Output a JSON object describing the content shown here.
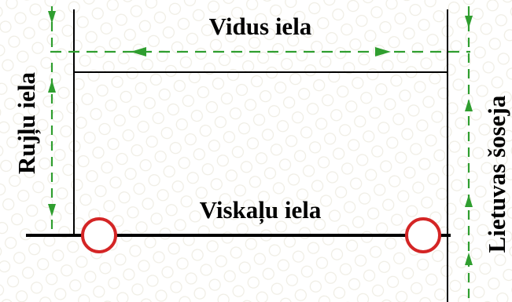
{
  "map": {
    "streets": {
      "top": "Vidus iela",
      "bottom": "Viskaļu iela",
      "left": "Rujļu iela",
      "right": "Lietuvas šoseja"
    },
    "colors": {
      "background": "#ffffff",
      "pattern": "#f1efe6",
      "road_line": "#000000",
      "route_arrow": "#2f9e2f",
      "marker_stroke": "#d42525",
      "marker_fill": "#ffffff"
    },
    "markers": [
      {
        "kind": "circle",
        "location": "Rujļu iela / Viskaļu iela"
      },
      {
        "kind": "circle",
        "location": "Viskaļu iela / Lietuvas šoseja"
      }
    ]
  }
}
